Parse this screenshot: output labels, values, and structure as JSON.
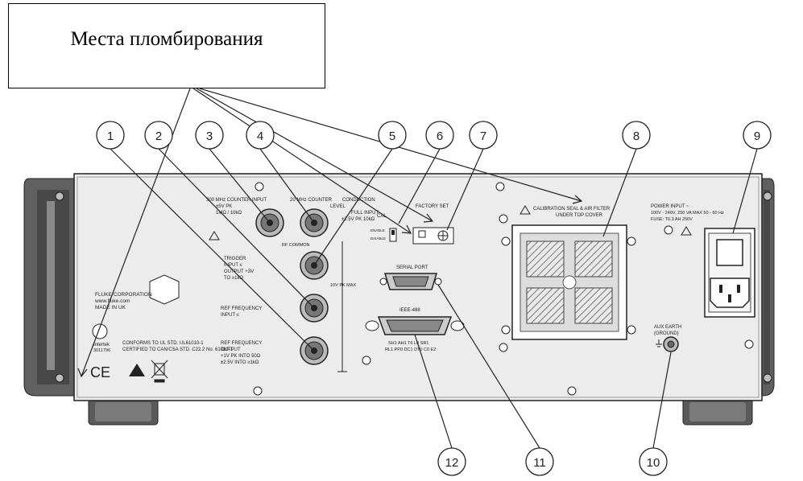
{
  "caption": "Места пломбирования",
  "callouts": [
    "1",
    "2",
    "3",
    "4",
    "5",
    "6",
    "7",
    "8",
    "9",
    "10",
    "11",
    "12"
  ],
  "panel": {
    "manufacturer": "FLUKE CORPORATION",
    "website": "www.fluke.com",
    "origin": "MADE IN UK",
    "cert_mark": "Intertek",
    "cert_number": "3011796",
    "conformity_1": "CONFORMS TO UL STD. UL61010-1",
    "conformity_2": "CERTIFIED TO CAN/CSA STD. C22.2 No. 61010-1",
    "ce_mark": "CE",
    "counter_300": "300 MHz COUNTER INPUT",
    "counter_300_sub": "±5V PK",
    "counter_300_imp": "1MΩ / 10kΩ",
    "counter_20": "20 MHz COUNTER",
    "counter_20_b": "FULL INPUT",
    "counter_20_c": "±2.5V PK 10kΩ",
    "conduction": "CONDUCTION",
    "level": "LEVEL",
    "rf_common": "RF COMMON",
    "trigger_1": "TRIGGER",
    "trigger_2": "INPUT ≤",
    "trigger_3": "OUTPUT +3V",
    "trigger_4": "TO ≥1kΩ",
    "pk_max": "10V PK MAX",
    "ref_in_1": "REF FREQUENCY",
    "ref_in_2": "INPUT ≤",
    "ref_out_1": "REF FREQUENCY",
    "ref_out_2": "OUTPUT",
    "ref_out_3": "+1V PK INTO 50Ω",
    "ref_out_4": "±2.5V INTO ≥1kΩ",
    "cal": "CAL",
    "enable": "ENABLE",
    "disable": "DISABLE",
    "factory_set": "FACTORY SET",
    "serial_port": "SERIAL PORT",
    "ieee": "IEEE-488",
    "ieee_sub_1": "SH1 AH1 T6 L4 SR1",
    "ieee_sub_2": "RL1 PP0 DC1 DT0 C0 E2",
    "cal_seal_1": "CALIBRATION SEAL & AIR FILTER",
    "cal_seal_2": "UNDER TOP COVER",
    "power_input": "POWER INPUT ~",
    "power_spec": "100V - 240V, 250 VA MAX  50 - 60 Hz",
    "fuse": "FUSE: T6.3 AH 250V",
    "aux_earth_1": "AUX EARTH",
    "aux_earth_2": "(GROUND)"
  }
}
